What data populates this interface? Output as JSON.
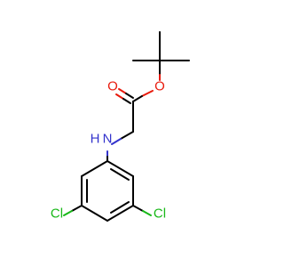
{
  "molecule": {
    "atoms": {
      "carbonyl_o": {
        "symbol": "O",
        "color": "#e8190b"
      },
      "ester_o": {
        "symbol": "O",
        "color": "#e8190b"
      },
      "amine_n": {
        "symbol": "N",
        "color": "#3333cc"
      },
      "amine_h": {
        "symbol": "H",
        "color": "#3333cc"
      },
      "cl_left": {
        "symbol": "Cl",
        "color": "#18b818"
      },
      "cl_right": {
        "symbol": "Cl",
        "color": "#18b818"
      }
    },
    "colors": {
      "bond": "#000000",
      "background": "#ffffff"
    }
  }
}
